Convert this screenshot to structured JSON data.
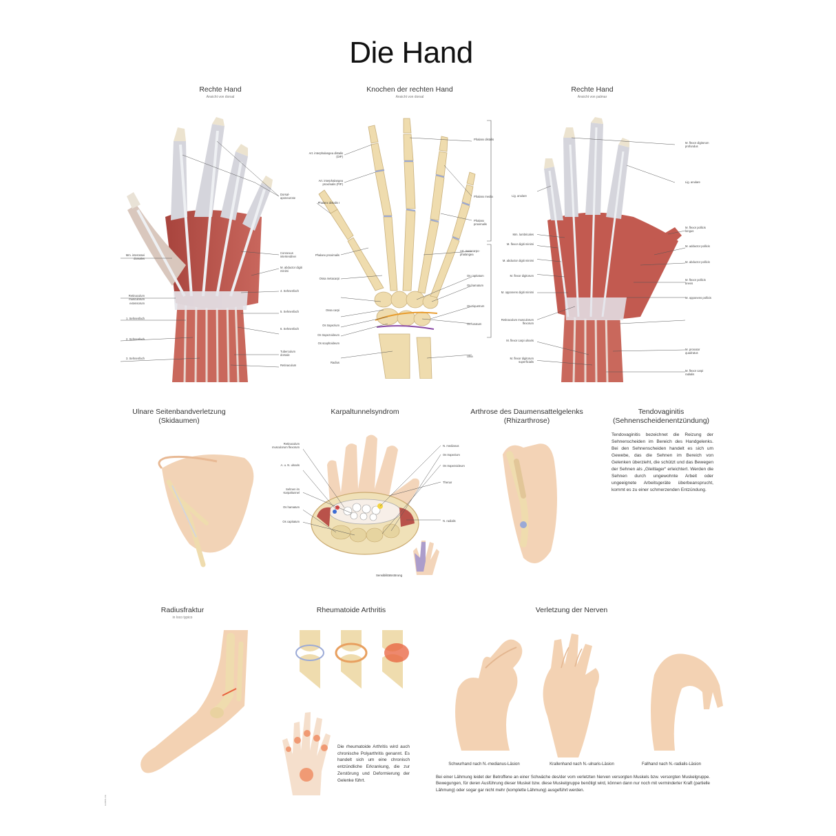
{
  "title": "Die Hand",
  "panels": {
    "dorsal_muscles": {
      "title": "Rechte Hand",
      "subtitle": "Ansicht von dorsal",
      "labels_left": [
        "Mm. interossei dorsales",
        "Retinaculum musculorum extensorum",
        "1. Sehnenfach",
        "2. Sehnenfach",
        "3. Sehnenfach"
      ],
      "labels_right": [
        "Dorsal- aponeurose",
        "Connexus intertendinei",
        "M. abductor digiti minimi",
        "4. Sehnenfach",
        "5. Sehnenfach",
        "6. Sehnenfach",
        "Tuberculum dorsale",
        "Retinaculum"
      ]
    },
    "bones": {
      "title": "Knochen der rechten Hand",
      "subtitle": "Ansicht von dorsal",
      "labels_left": [
        "Art. interphalangea distalis (DIP)",
        "Art. interphalangea proximalis (PIP)",
        "Phalanx distalis I",
        "Phalanx proximalis",
        "Ossa metacarpi",
        "Ossa carpi",
        "Os trapezium",
        "Os trapezoideum",
        "Os scaphoideum",
        "Radius"
      ],
      "labels_right": [
        "Phalanx distalis",
        "Phalanx media",
        "Phalanx proximalis",
        "Art. metacarpo- phalangea",
        "Os capitatum",
        "Os hamatum",
        "Os triquetrum",
        "Os lunatum",
        "Ulna"
      ]
    },
    "palmar_muscles": {
      "title": "Rechte Hand",
      "subtitle": "Ansicht von palmar",
      "labels_left": [
        "Lig. anulare",
        "Mm. lumbricales",
        "M. flexor digiti minimi",
        "M. abductor digiti minimi",
        "M. flexor digitorum",
        "M. opponens digiti minimi",
        "Retinaculum musculorum flexorum",
        "M. flexor carpi ulnaris",
        "M. flexor digitorum superficialis"
      ],
      "labels_right": [
        "M. flexor digitorum profundus",
        "Lig. anulare",
        "M. flexor pollicis longus",
        "M. adductor pollicis",
        "M. abductor pollicis",
        "M. flexor pollicis brevis",
        "M. opponens pollicis",
        "M. pronator quadratus",
        "M. flexor carpi radialis"
      ]
    },
    "ulnar_ligament": {
      "title": "Ulnare Seitenbandverletzung",
      "subtitle": "(Skidaumen)"
    },
    "carpal_tunnel": {
      "title": "Karpaltunnelsyndrom",
      "labels_left": [
        "Retinaculum musculorum flexorum",
        "A. u. N. ulnaris",
        "Sehnen im Karpaltunnel",
        "Os hamatum",
        "Os capitatum"
      ],
      "labels_right": [
        "N. medianus",
        "Os trapezium",
        "Os trapezoideum",
        "Thenar",
        "N. radialis"
      ],
      "caption": "Sensibilitätsstörung"
    },
    "rhizarthrosis": {
      "title": "Arthrose des Daumensattelgelenks",
      "subtitle": "(Rhizarthrose)"
    },
    "tendovaginitis": {
      "title": "Tendovaginitis",
      "subtitle": "(Sehnenscheidenentzündung)",
      "text": "Tendovaginitis bezeichnet die Reizung der Sehnenscheiden im Bereich des Handgelenks. Bei den Sehnenscheiden handelt es sich um Gewebe, das die Sehnen im Bereich von Gelenken überzieht, die schützt und das Bewegen der Sehnen als „Gleitlager“ erleichtert. Werden die Sehnen durch ungewohnte Arbeit oder ungeeignete Arbeitsgeräte überbeansprucht, kommt es zu einer schmerzenden Entzündung."
    },
    "radius_fracture": {
      "title": "Radiusfraktur",
      "subtitle": "in loco typico"
    },
    "rheumatoid": {
      "title": "Rheumatoide Arthritis",
      "text": "Die rheumatoide Arthritis wird auch chronische Polyarthritis genannt. Es handelt sich um eine chronisch entzündliche Erkrankung, die zur Zerstörung und Deformierung der Gelenke führt."
    },
    "nerves": {
      "title": "Verletzung der Nerven",
      "captions": [
        "Schwurhand nach N.-medianus-Läsion",
        "Krallenhand nach N.-ulnaris-Läsion",
        "Fallhand nach N.-radialis-Läsion"
      ],
      "text": "Bei einer Lähmung leidet der Betroffene an einer Schwäche des/der vom verletzten Nerven versorgten Muskels bzw. versorgten Muskelgruppe. Bewegungen, für deren Ausführung dieser Muskel bzw. diese Muskelgruppe benötigt wird, können dann nur noch mit verminderter Kraft (partielle Lähmung) oder sogar gar nicht mehr (komplette Lähmung) ausgeführt werden."
    }
  },
  "colors": {
    "skin": "#f3d2b3",
    "bone": "#efdcae",
    "muscle": "#b9524a",
    "tendon": "#dcdfe6",
    "cartilage": "#9aa9d6",
    "inflammation": "#e8603c"
  },
  "side_code": "EA0001-DE"
}
